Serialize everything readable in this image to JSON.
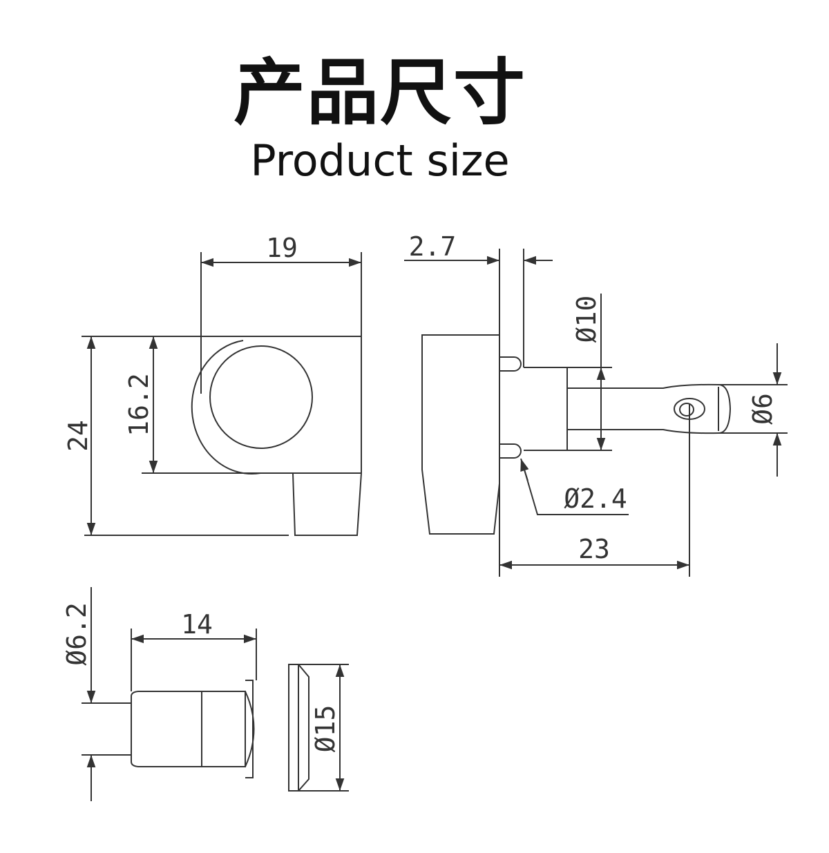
{
  "title_cn": "产品尺寸",
  "title_en": "Product size",
  "dimensions": {
    "width_19": "19",
    "thickness_2_7": "2.7",
    "dia_10": "Ø10",
    "height_24": "24",
    "height_16_2": "16.2",
    "dia_6": "Ø6",
    "dia_2_4": "Ø2.4",
    "length_23": "23",
    "dia_6_2": "Ø6.2",
    "length_14": "14",
    "dia_15": "Ø15"
  },
  "colors": {
    "line": "#333333",
    "text": "#111111",
    "background": "#ffffff"
  }
}
